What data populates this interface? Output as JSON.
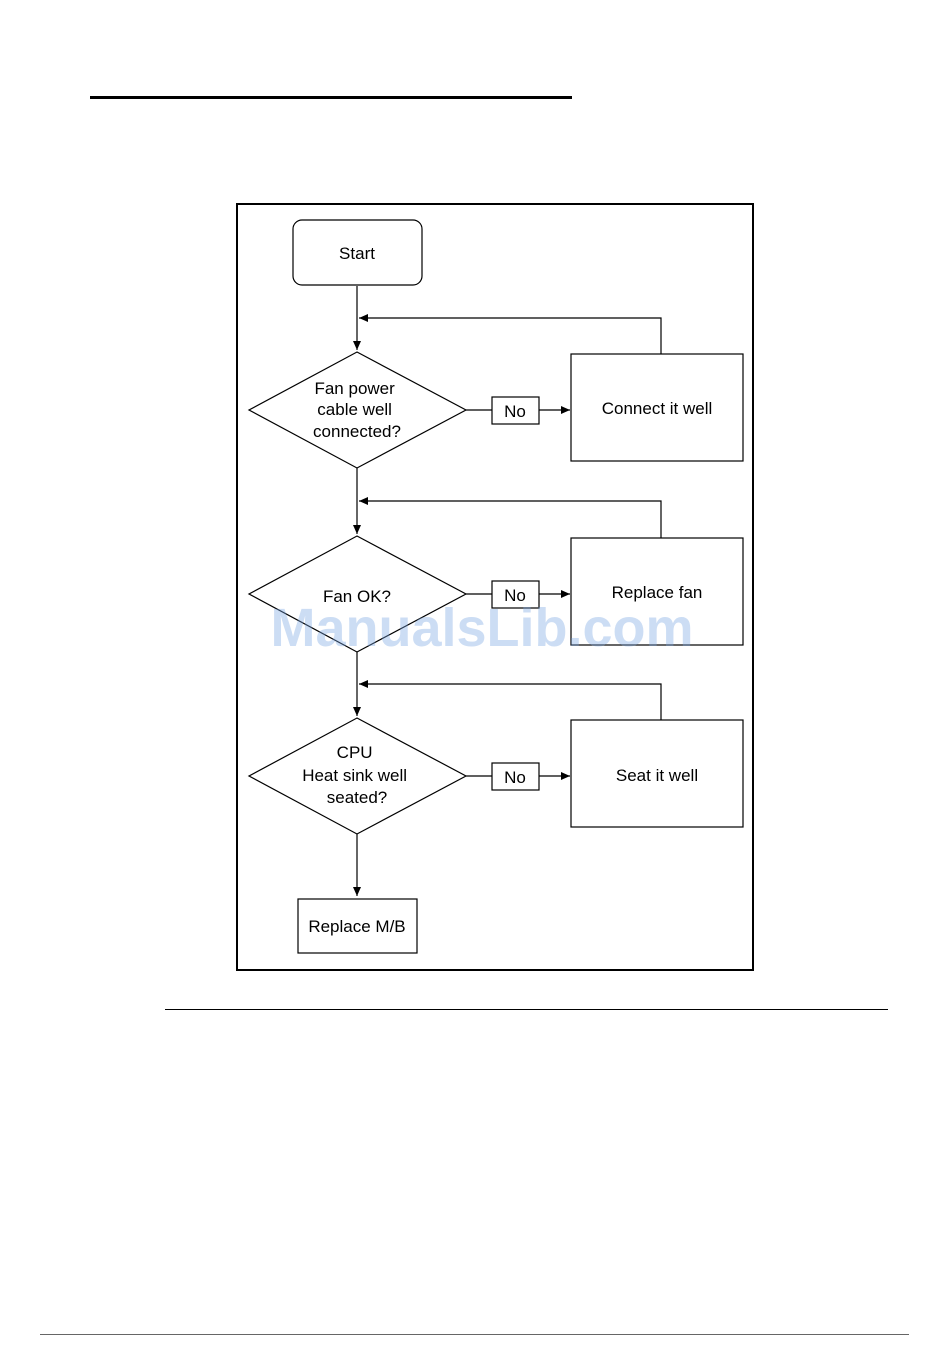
{
  "nodes": {
    "start": "Start",
    "decision_1": [
      "Fan power",
      "cable well",
      "connected?"
    ],
    "decision_2": [
      "Fan OK?"
    ],
    "decision_3": [
      "CPU",
      "Heat sink well",
      "seated?"
    ],
    "action_1": "Connect it well",
    "action_2": "Replace fan",
    "action_3": "Seat it well",
    "end": "Replace M/B"
  },
  "edge_labels": {
    "no_1": "No",
    "no_2": "No",
    "no_3": "No"
  },
  "watermark": "ManualsLib.com"
}
